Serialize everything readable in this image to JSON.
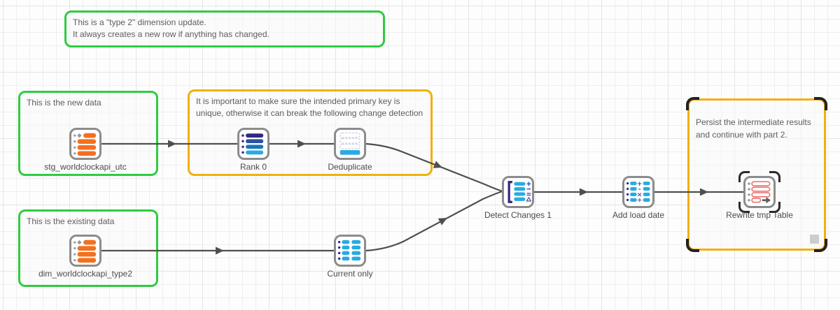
{
  "canvas": {
    "kind": "dataflow-editor"
  },
  "colors": {
    "note_green": "#2ECC40",
    "note_yellow": "#F2AF0D",
    "icon_orange": "#F3701F",
    "icon_light_blue": "#29ABE2",
    "icon_navy": "#312783",
    "icon_purple": "#6A58A8",
    "icon_red_outline": "#EC6A6A",
    "edge_gray": "#4F4F4F",
    "icon_border_gray": "#8C8C8C"
  },
  "annotations": [
    {
      "text": "This is a \"type 2\" dimension update.\nIt always creates a new row if anything has changed."
    },
    {
      "text": "This is the new data"
    },
    {
      "text": "It is important to make sure the intended primary key is\nunique, otherwise it can break the following change detection"
    },
    {
      "text": "This is the existing data"
    },
    {
      "text": "Persist the intermediate results\nand continue with part 2."
    }
  ],
  "nodes": [
    {
      "label": "stg_worldclockapi_utc",
      "icon": "import-table-icon"
    },
    {
      "label": "Rank 0",
      "icon": "rank-icon"
    },
    {
      "label": "Deduplicate",
      "icon": "deduplicate-icon"
    },
    {
      "label": "dim_worldclockapi_type2",
      "icon": "import-table-icon"
    },
    {
      "label": "Current only",
      "icon": "filter-rows-icon"
    },
    {
      "label": "Detect Changes 1",
      "icon": "detect-changes-icon"
    },
    {
      "label": "Add load date",
      "icon": "calculate-column-icon"
    },
    {
      "label": "Rewrite tmp Table",
      "icon": "export-table-icon",
      "selected": true
    }
  ]
}
